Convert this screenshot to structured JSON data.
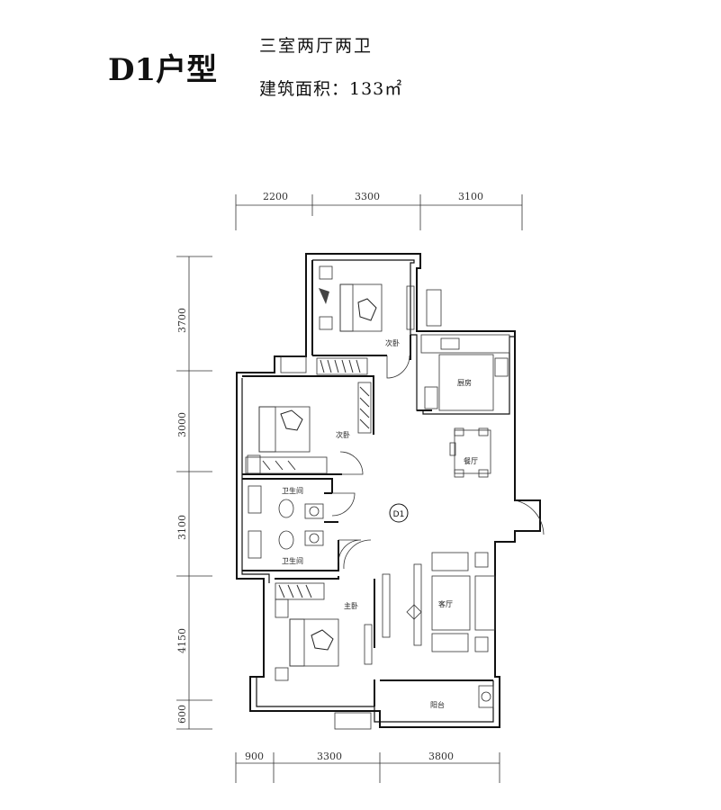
{
  "header": {
    "title": "D1户型",
    "subtitle": "三室两厅两卫",
    "area_label": "建筑面积：133㎡"
  },
  "dimensions": {
    "top": [
      "2200",
      "3300",
      "3100"
    ],
    "bottom": [
      "900",
      "3300",
      "3800"
    ],
    "left": [
      "3700",
      "3000",
      "3100",
      "4150",
      "600"
    ]
  },
  "rooms": {
    "bedroom_top": "次卧",
    "kitchen": "厨房",
    "bedroom_mid": "次卧",
    "dining": "餐厅",
    "bath_1": "卫生间",
    "bath_2": "卫生间",
    "unit_mark": "D1",
    "living": "客厅",
    "master": "主卧",
    "balcony": "阳台"
  }
}
